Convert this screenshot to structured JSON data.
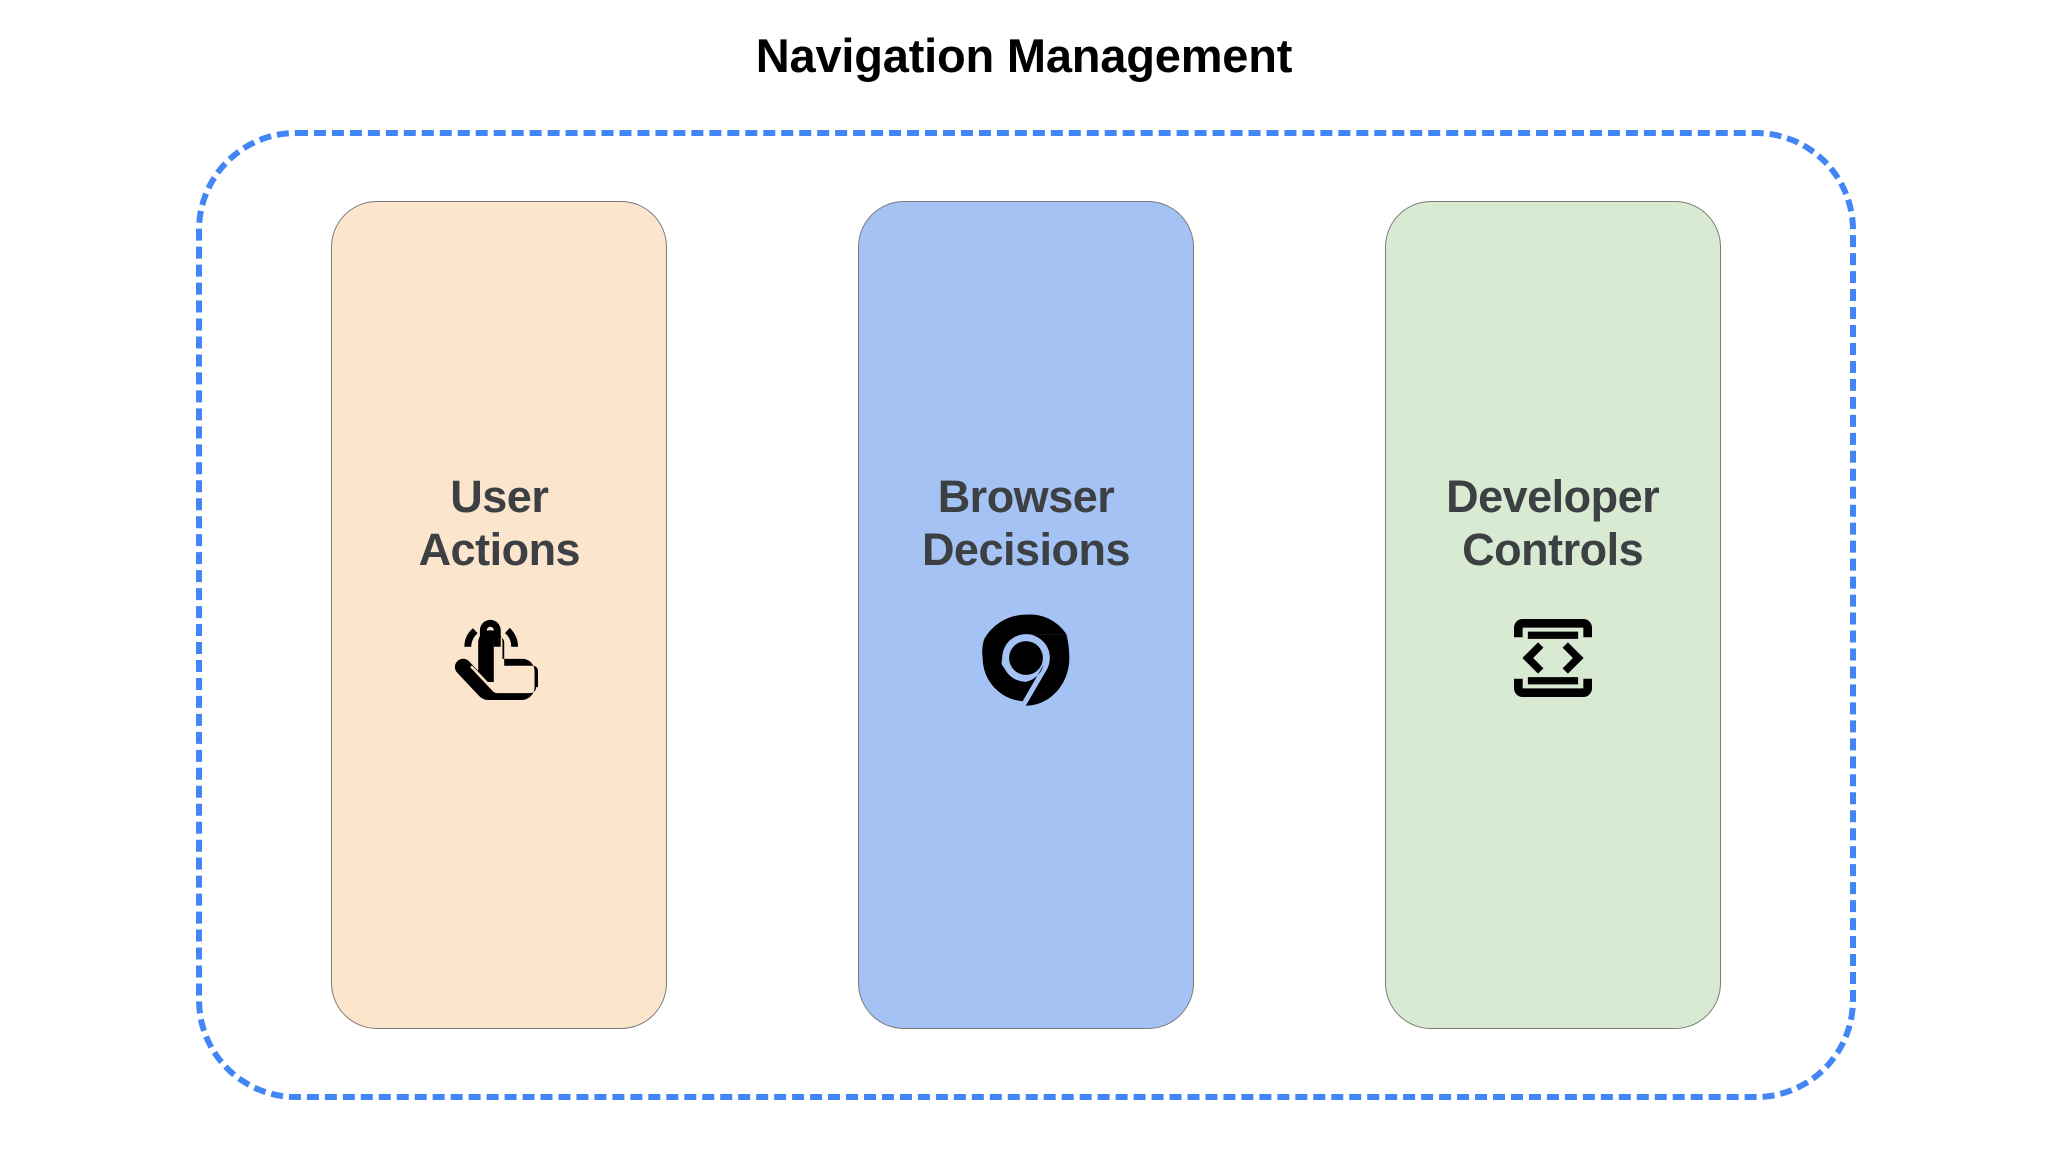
{
  "page": {
    "title": "Navigation Management",
    "background_color": "#ffffff",
    "title_color": "#000000"
  },
  "group": {
    "name": "navigation-management-group",
    "border_style": "dashed",
    "border_color": "#4285f4"
  },
  "cards": [
    {
      "id": "user-actions",
      "label": "User\nActions",
      "label_line1": "User",
      "label_line2": "Actions",
      "background_color": "#fce5cd",
      "border_color": "#7a7a7a",
      "text_color": "#3c4043",
      "icon": "touch-app-icon",
      "icon_color": "#000000"
    },
    {
      "id": "browser-decisions",
      "label": "Browser\nDecisions",
      "label_line1": "Browser",
      "label_line2": "Decisions",
      "background_color": "#a4c2f4",
      "border_color": "#7a7a7a",
      "text_color": "#3c4043",
      "icon": "chrome-logo-icon",
      "icon_color": "#000000"
    },
    {
      "id": "developer-controls",
      "label": "Developer\nControls",
      "label_line1": "Developer",
      "label_line2": "Controls",
      "background_color": "#d9ead3",
      "border_color": "#7a7a7a",
      "text_color": "#3c4043",
      "icon": "developer-mode-icon",
      "icon_color": "#000000"
    }
  ]
}
